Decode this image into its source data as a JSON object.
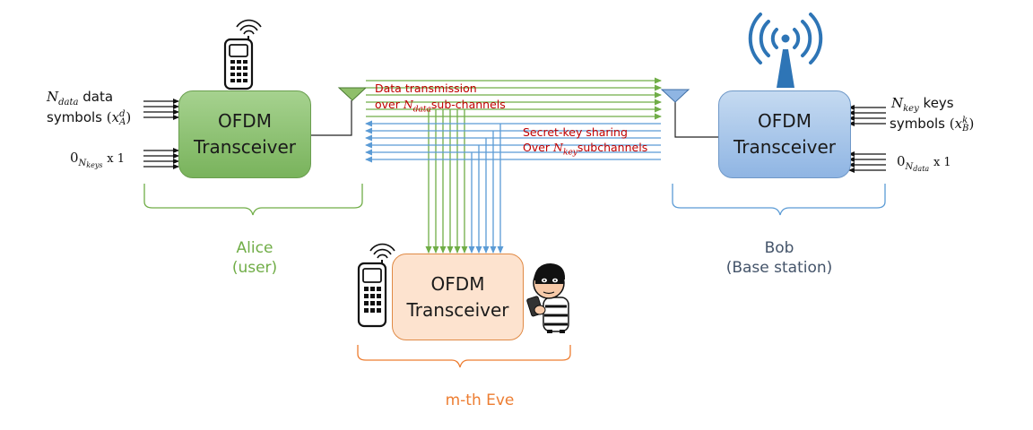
{
  "alice": {
    "box_line1": "OFDM",
    "box_line2": "Transceiver",
    "label_line1": "Alice",
    "label_line2": "(user)",
    "input_data_N": "N",
    "input_data_sub": "data",
    "input_data_word": "data",
    "input_symbols_word": "symbols",
    "input_symbols_x": "x",
    "input_symbols_sub": "A",
    "input_symbols_sup": "d",
    "input_zero_digit": "0",
    "input_zero_sub": "N",
    "input_zero_subsub": "keys",
    "input_zero_dim": "x 1"
  },
  "bob": {
    "box_line1": "OFDM",
    "box_line2": "Transceiver",
    "label_line1": "Bob",
    "label_line2": "(Base station)",
    "input_key_N": "N",
    "input_key_sub": "key",
    "input_key_word": "keys",
    "input_symbols_word": "symbols",
    "input_symbols_x": "x",
    "input_symbols_sub": "B",
    "input_symbols_sup": "k",
    "input_zero_digit": "0",
    "input_zero_sub": "N",
    "input_zero_subsub": "data",
    "input_zero_dim": "x 1"
  },
  "eve": {
    "box_line1": "OFDM",
    "box_line2": "Transceiver",
    "label": "m-th Eve"
  },
  "channels": {
    "data_line1": "Data transmission",
    "data_line2_pre": "over ",
    "data_line2_N": "N",
    "data_line2_sub": "data",
    "data_line2_post": "sub-channels",
    "key_line1": "Secret-key sharing",
    "key_line2_pre": "Over ",
    "key_line2_N": "N",
    "key_line2_sub": "key",
    "key_line2_post": "subchannels"
  },
  "colors": {
    "alice_green": "#70ad47",
    "bob_blue": "#5b9bd5",
    "eve_orange": "#ed7d31",
    "annotation_red": "#c00000"
  },
  "icons": [
    "mobile-phone-icon",
    "antenna-icon",
    "base-station-tower-icon",
    "thief-icon"
  ]
}
